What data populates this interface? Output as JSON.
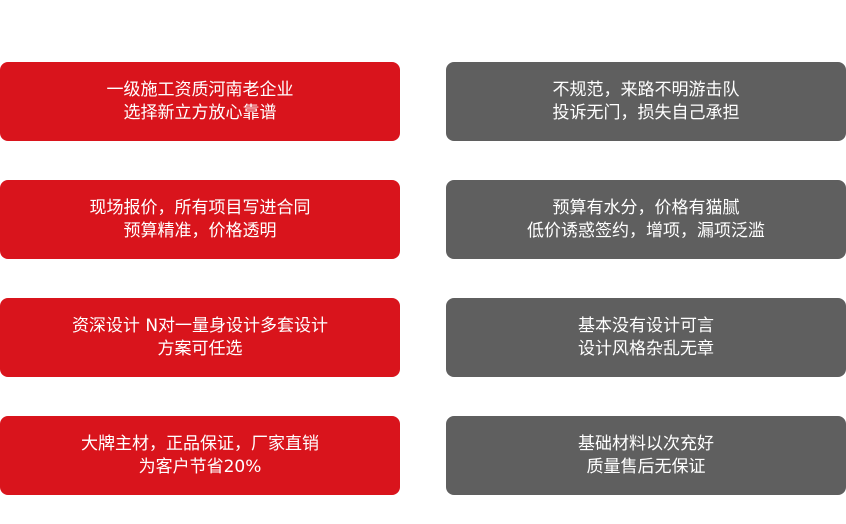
{
  "pros": [
    {
      "line1": "一级施工资质河南老企业",
      "line2": "选择新立方放心靠谱"
    },
    {
      "line1": "现场报价，所有项目写进合同",
      "line2": "预算精准，价格透明"
    },
    {
      "line1": "资深设计 N对一量身设计多套设计",
      "line2": "方案可任选"
    },
    {
      "line1": "大牌主材，正品保证，厂家直销",
      "line2": "为客户节省20%"
    }
  ],
  "cons": [
    {
      "line1": "不规范，来路不明游击队",
      "line2": "投诉无门，损失自己承担"
    },
    {
      "line1": "预算有水分，价格有猫腻",
      "line2": "低价诱惑签约，增项，漏项泛滥"
    },
    {
      "line1": "基本没有设计可言",
      "line2": "设计风格杂乱无章"
    },
    {
      "line1": "基础材料以次充好",
      "line2": "质量售后无保证"
    }
  ],
  "colors": {
    "pro_bg": "#d9141c",
    "con_bg": "#5f5f5f",
    "text": "#ffffff"
  }
}
